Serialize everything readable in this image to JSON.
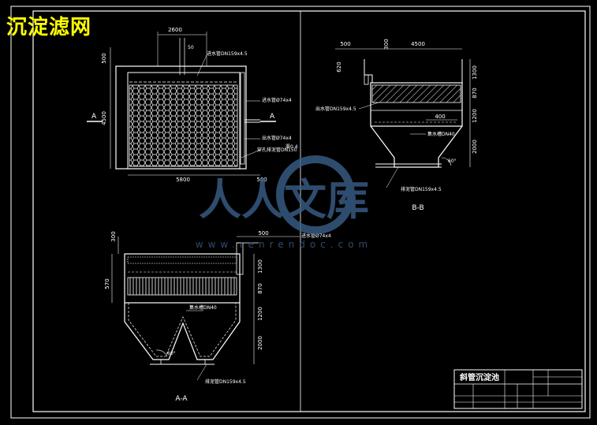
{
  "corner_title": "沉淀滤网",
  "watermark": {
    "cn": "人人文库",
    "url": "www.renrendoc.com"
  },
  "title_block": {
    "name": "斜管沉淀池"
  },
  "plan": {
    "dims": {
      "top": "2600",
      "left_upper": "500",
      "left_main": "4500",
      "bottom": "5800",
      "bottom_right": "500",
      "small": "50"
    },
    "labels": {
      "pipe1": "进水管DN159x4.5",
      "pipe2": "进水管Ø74x4",
      "pipe3": "出水管Ø74x4",
      "pipe4": "穿孔排泥管DN150",
      "note": "渠0.4"
    },
    "section_marks": {
      "left": "A",
      "right": "A"
    }
  },
  "bb": {
    "caption": "B-B",
    "dims": {
      "top_left": "500",
      "top_small": "300",
      "top_right": "4500",
      "right1": "1300",
      "right2": "870",
      "right3": "1200",
      "right4": "2000",
      "left_small": "620",
      "mid": "400"
    },
    "labels": {
      "out_pipe": "出水管DN159x4.5",
      "weir": "集水槽DN40",
      "sludge": "排泥管DN159x4.5"
    },
    "angle": "60°"
  },
  "aa": {
    "caption": "A-A",
    "dims": {
      "top_left": "300",
      "top_right": "500",
      "left": "570",
      "right1": "1300",
      "right2": "870",
      "right3": "1200",
      "right4": "2000"
    },
    "labels": {
      "in_pipe": "进水管Ø74x4",
      "weir": "集水槽DN40",
      "sludge": "排泥管DN159x4.5"
    },
    "angle": "60°"
  }
}
